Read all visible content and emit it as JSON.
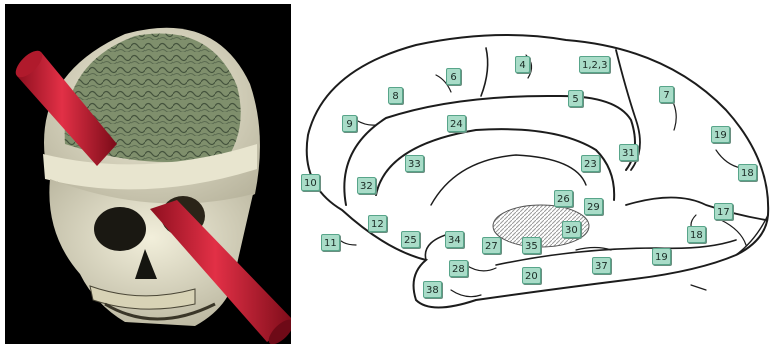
{
  "skull_image": {
    "colors": {
      "background": "#000000",
      "bone": "#e4e1c8",
      "brain": "#7f8f6c",
      "rod": "#d8243a"
    }
  },
  "brain_diagram": {
    "colors": {
      "outline": "#1c1c1c",
      "label_fill": "#a9dcc8",
      "label_border": "#58a58a",
      "hatch": "#9a9a9a"
    },
    "labels": [
      {
        "text": "4"
      },
      {
        "text": "1,2,3"
      },
      {
        "text": "6"
      },
      {
        "text": "8"
      },
      {
        "text": "5"
      },
      {
        "text": "7"
      },
      {
        "text": "9"
      },
      {
        "text": "24"
      },
      {
        "text": "31"
      },
      {
        "text": "19"
      },
      {
        "text": "18"
      },
      {
        "text": "33"
      },
      {
        "text": "23"
      },
      {
        "text": "10"
      },
      {
        "text": "32"
      },
      {
        "text": "26"
      },
      {
        "text": "29"
      },
      {
        "text": "17"
      },
      {
        "text": "12"
      },
      {
        "text": "25"
      },
      {
        "text": "34"
      },
      {
        "text": "27"
      },
      {
        "text": "35"
      },
      {
        "text": "30"
      },
      {
        "text": "18"
      },
      {
        "text": "11"
      },
      {
        "text": "19"
      },
      {
        "text": "37"
      },
      {
        "text": "28"
      },
      {
        "text": "20"
      },
      {
        "text": "38"
      }
    ]
  }
}
